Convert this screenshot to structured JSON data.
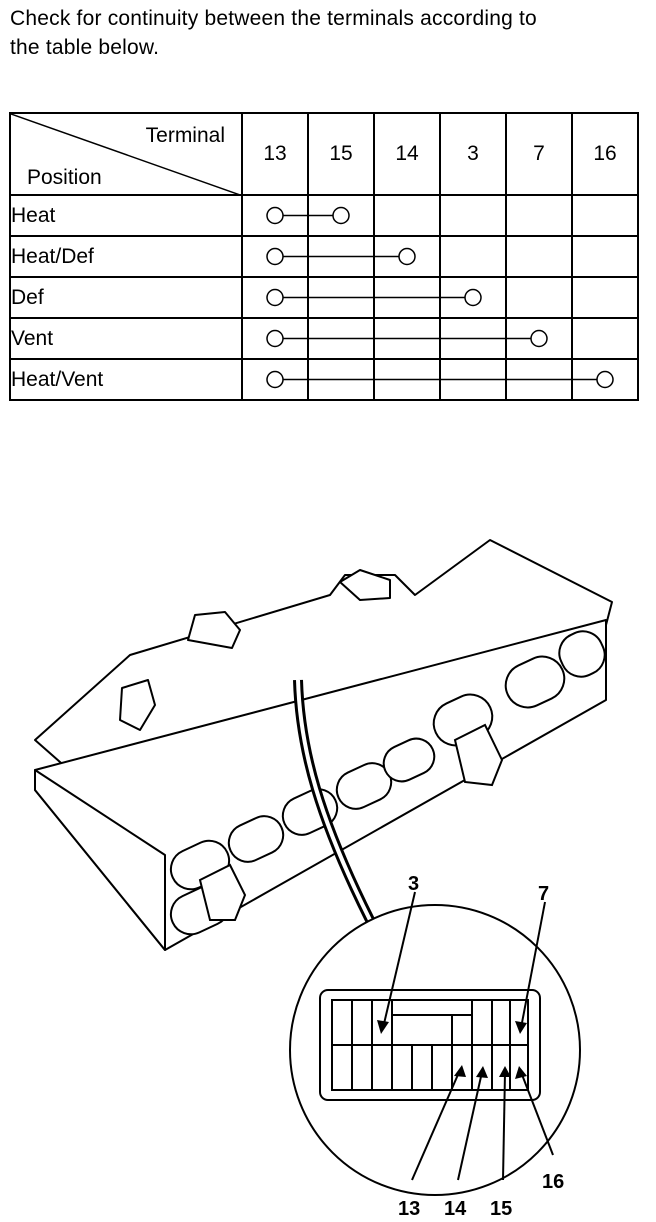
{
  "instruction": {
    "line1": "Check for continuity between the terminals according to",
    "line2": "the table below."
  },
  "table": {
    "corner_top": "Terminal",
    "corner_bottom": "Position",
    "terminals": [
      "13",
      "15",
      "14",
      "3",
      "7",
      "16"
    ],
    "rows": [
      {
        "position": "Heat",
        "connects": [
          "13",
          "15"
        ]
      },
      {
        "position": "Heat/Def",
        "connects": [
          "13",
          "14"
        ]
      },
      {
        "position": "Def",
        "connects": [
          "13",
          "3"
        ]
      },
      {
        "position": "Vent",
        "connects": [
          "13",
          "7"
        ]
      },
      {
        "position": "Heat/Vent",
        "connects": [
          "13",
          "16"
        ]
      }
    ]
  },
  "figure": {
    "connector_labels": {
      "t3": "3",
      "t7": "7",
      "t13": "13",
      "t14": "14",
      "t15": "15",
      "t16": "16"
    }
  }
}
